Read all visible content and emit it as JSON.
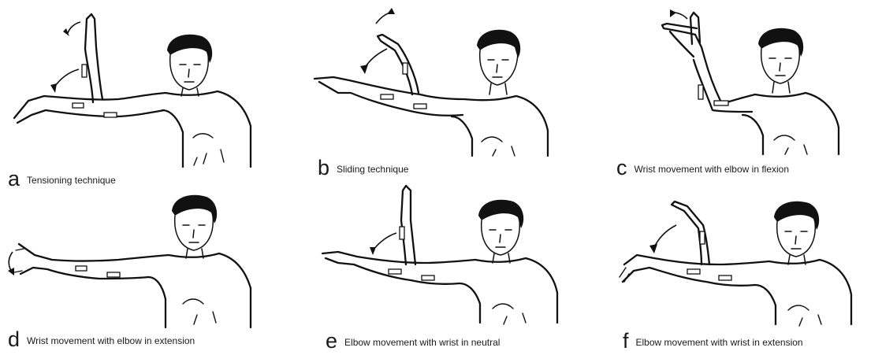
{
  "panels": [
    {
      "letter": "a",
      "caption": "Tensioning technique"
    },
    {
      "letter": "b",
      "caption": "Sliding technique"
    },
    {
      "letter": "c",
      "caption": "Wrist movement with elbow in flexion"
    },
    {
      "letter": "d",
      "caption": "Wrist movement with elbow in extension"
    },
    {
      "letter": "e",
      "caption": "Elbow movement with wrist in neutral"
    },
    {
      "letter": "f",
      "caption": "Elbow movement with wrist in extension"
    }
  ]
}
